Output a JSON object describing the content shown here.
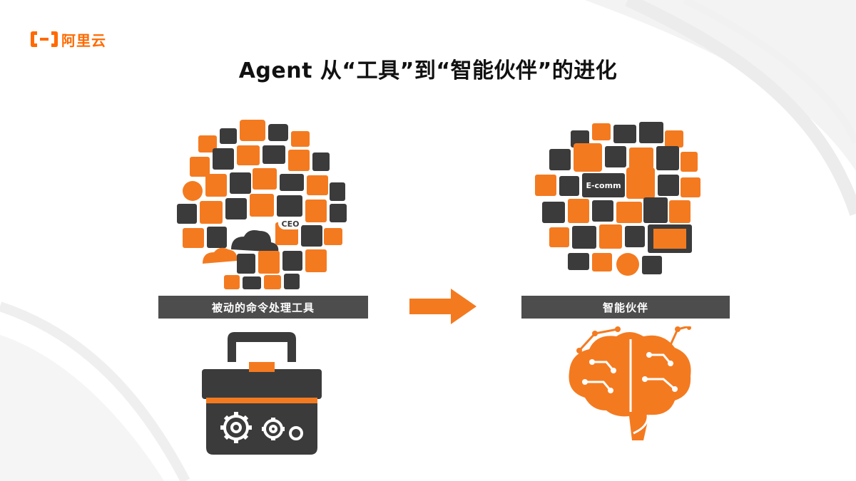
{
  "brand": {
    "logo_text": "阿里云",
    "color": "#ff6a00"
  },
  "slide": {
    "title": "Agent 从“工具”到“智能伙伴”的进化",
    "left_label": "被动的命令处理工具",
    "right_label": "智能伙伴",
    "left_icon_tag": "CEO",
    "right_icon_tag": "E-comm"
  },
  "colors": {
    "accent": "#f47a20",
    "dark": "#3b3b3b",
    "label_bg": "#4d4d4d"
  },
  "icons": [
    "icon-cloud-cluster",
    "arrow-right-icon",
    "toolbox-gears-icon",
    "brain-circuit-icon"
  ]
}
